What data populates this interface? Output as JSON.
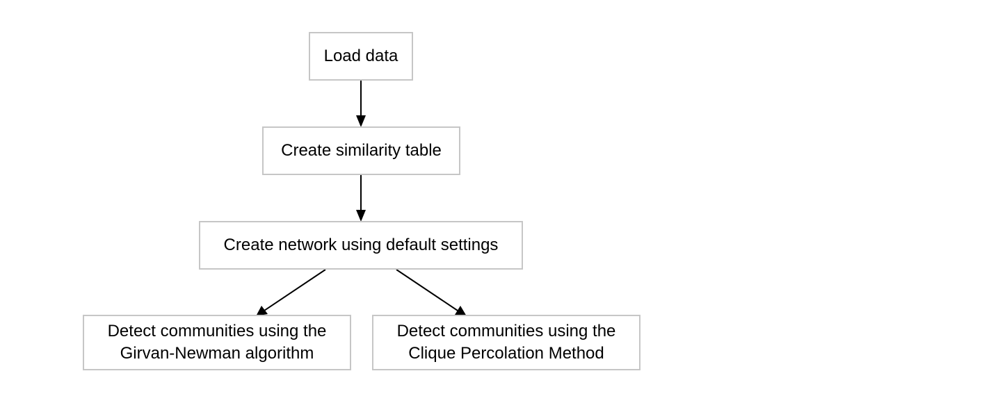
{
  "nodes": {
    "load": {
      "label": "Load data"
    },
    "similarity": {
      "label": "Create similarity table"
    },
    "network": {
      "label": "Create network using default settings"
    },
    "girvan_newman": {
      "line1": "Detect communities using the",
      "line2": "Girvan-Newman algorithm"
    },
    "clique_percolation": {
      "line1": "Detect communities using the",
      "line2": "Clique Percolation Method"
    }
  },
  "edges": [
    {
      "from": "load",
      "to": "similarity"
    },
    {
      "from": "similarity",
      "to": "network"
    },
    {
      "from": "network",
      "to": "girvan_newman"
    },
    {
      "from": "network",
      "to": "clique_percolation"
    }
  ],
  "colors": {
    "node_border": "#c6c6c6",
    "edge": "#000000",
    "text": "#000000"
  }
}
